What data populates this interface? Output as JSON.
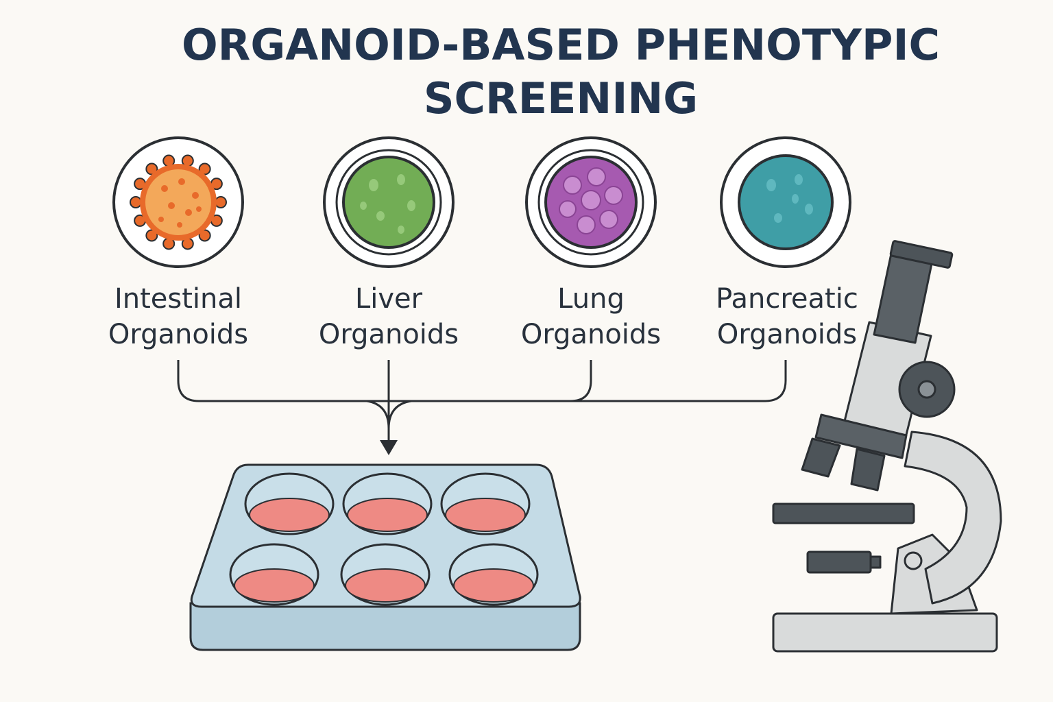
{
  "title": {
    "line1": "ORGANOID-BASED PHENOTYPIC",
    "line2": "SCREENING"
  },
  "organoids": [
    {
      "line1": "Intestinal",
      "line2": "Organoids",
      "color": "#f08a3c"
    },
    {
      "line1": "Liver",
      "line2": "Organoids",
      "color": "#72ad55"
    },
    {
      "line1": "Lung",
      "line2": "Organoids",
      "color": "#b069b8"
    },
    {
      "line1": "Pancreatic",
      "line2": "Organoids",
      "color": "#3f9ea6"
    }
  ],
  "colors": {
    "title": "#22354f",
    "plate": "#c4dbe6",
    "well_fill": "#ee8a84",
    "microscope": "#d9dbdb",
    "outline": "#2b2f33"
  }
}
